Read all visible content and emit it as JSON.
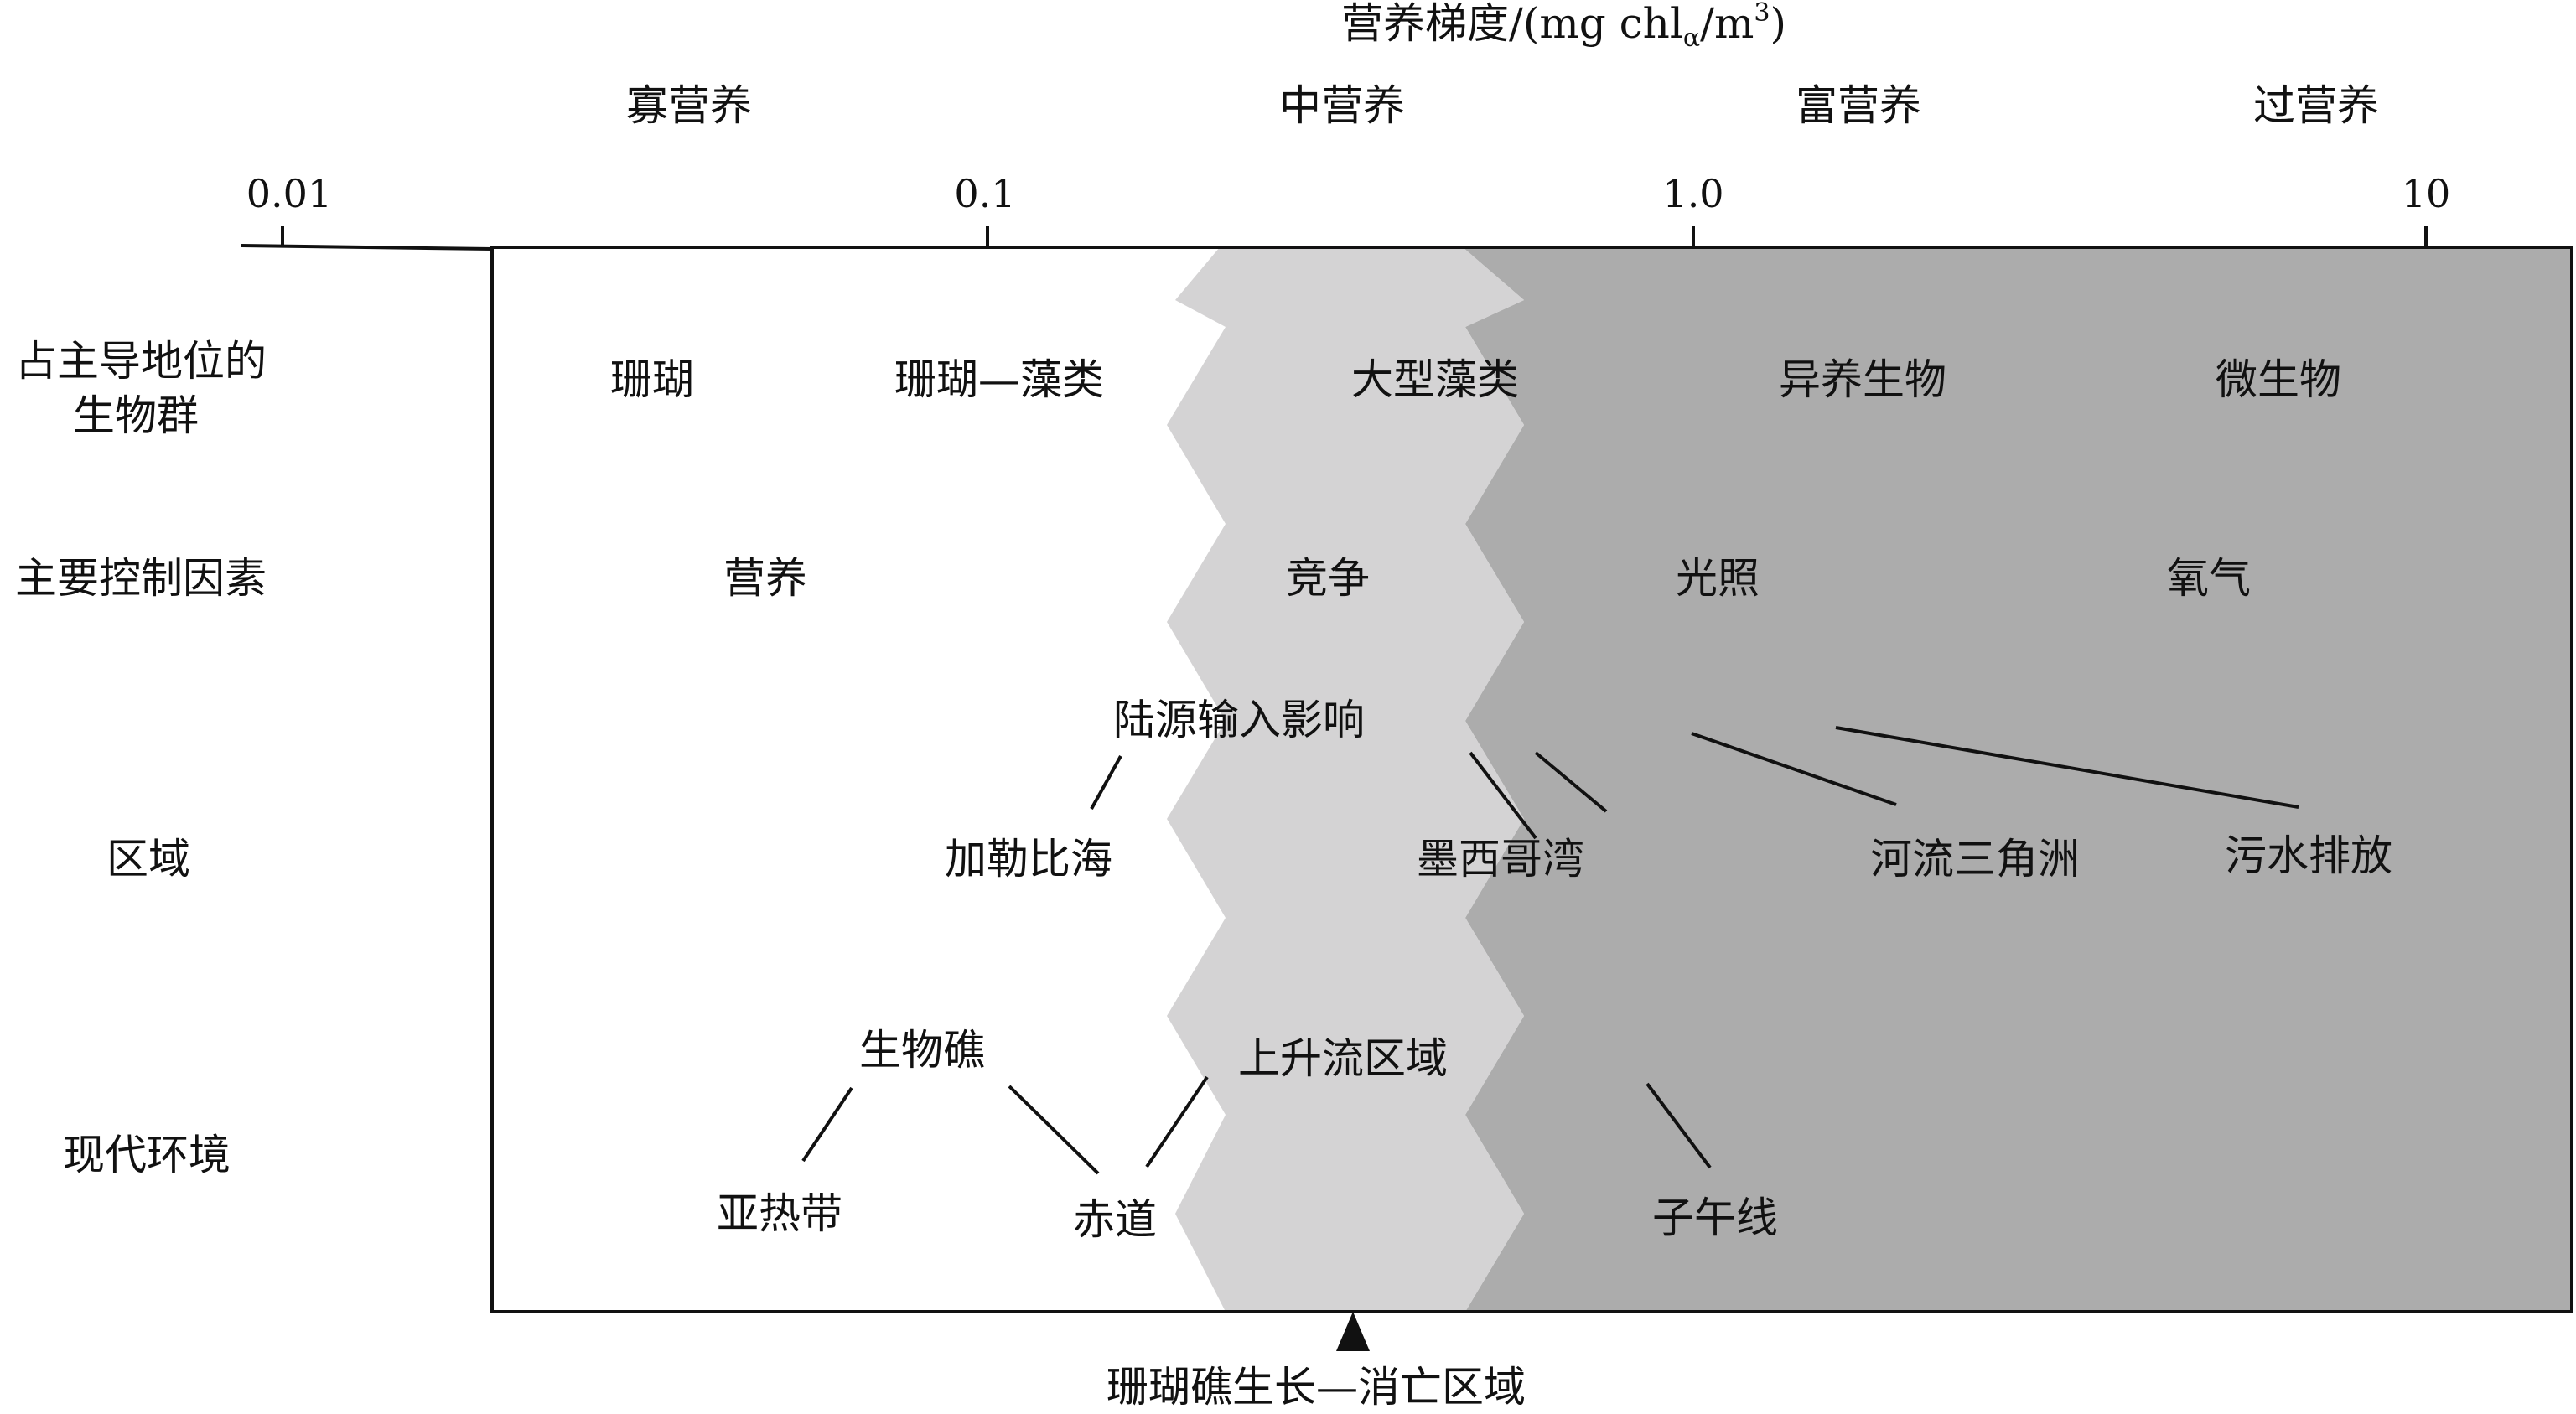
{
  "axis": {
    "title": "营养梯度/(mg chl",
    "title_sub": "α",
    "title_mid": "/m",
    "title_sup": "3",
    "title_end": ")",
    "ticks": [
      "0.01",
      "0.1",
      "1.0",
      "10"
    ]
  },
  "trophic_levels": [
    "寡营养",
    "中营养",
    "富营养",
    "过营养"
  ],
  "row_labels": {
    "dominant_line1": "占主导地位的",
    "dominant_line2": "生物群",
    "control": "主要控制因素",
    "region": "区域",
    "modern": "现代环境"
  },
  "dominant_biota": [
    "珊瑚",
    "珊瑚—藻类",
    "大型藻类",
    "异养生物",
    "微生物"
  ],
  "control_factors": [
    "营养",
    "竞争",
    "光照",
    "氧气"
  ],
  "terrigenous_label": "陆源输入影响",
  "regions": [
    "加勒比海",
    "墨西哥湾",
    "河流三角洲",
    "污水排放"
  ],
  "modern": {
    "bioreef": "生物礁",
    "subtropical": "亚热带",
    "equator": "赤道",
    "upwelling": "上升流区域",
    "meridian": "子午线"
  },
  "bottom_label": "珊瑚礁生长—消亡区域",
  "colors": {
    "light_zone": "#d4d3d4",
    "dark_zone": "#acacac",
    "line": "#111111"
  }
}
